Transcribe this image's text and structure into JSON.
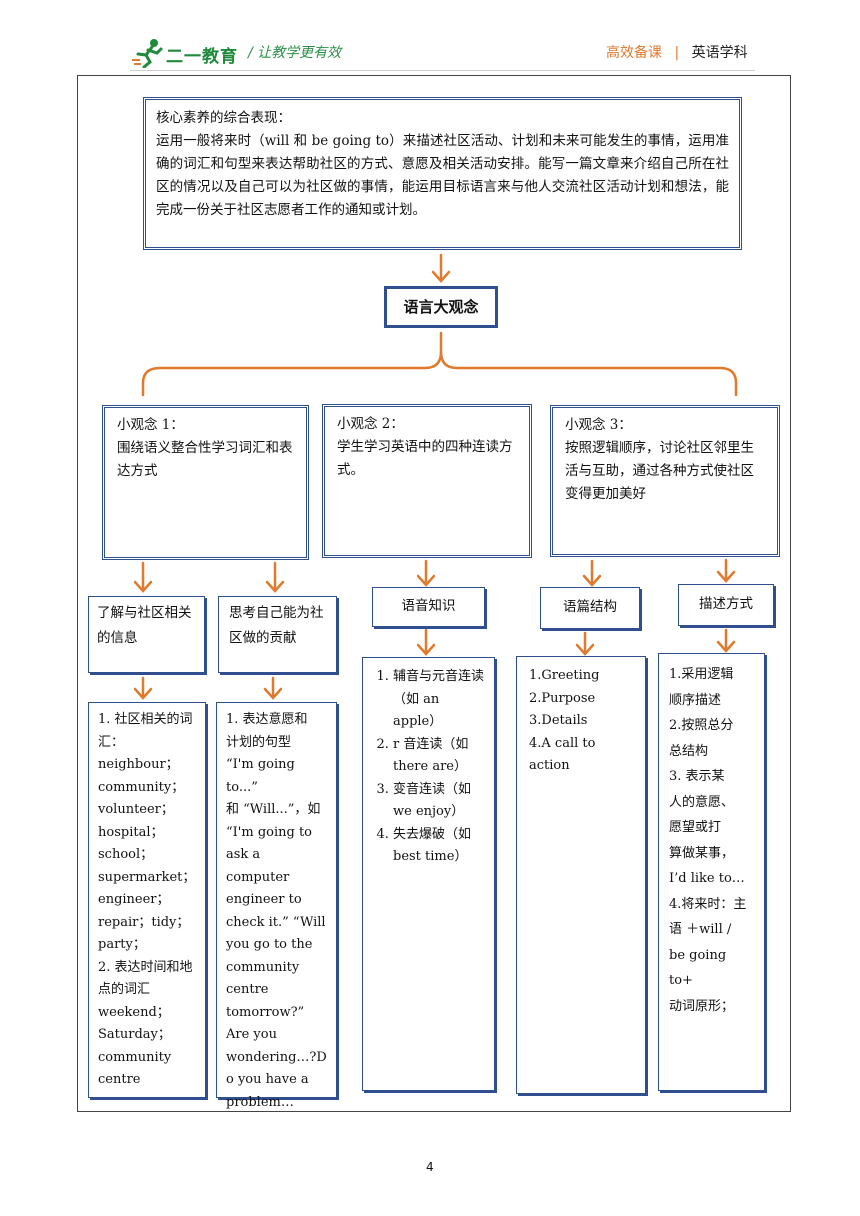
{
  "header": {
    "logo_text": "二一教育",
    "slogan": "/  让教学更有效",
    "right_primary": "高效备课",
    "right_divider": "|",
    "right_secondary": "英语学科",
    "colors": {
      "orange": "#e07a2e",
      "green": "#1f8a3b"
    }
  },
  "core": {
    "title": "核心素养的综合表现：",
    "body": "运用一般将来时（will  和  be going to）来描述社区活动、计划和未来可能发生的事情，运用准确的词汇和句型来表达帮助社区的方式、意愿及相关活动安排。能写一篇文章来介绍自己所在社区的情况以及自己可以为社区做的事情，能运用目标语言来与他人交流社区活动计划和想法，能完成一份关于社区志愿者工作的通知或计划。"
  },
  "big_idea": "语言大观念",
  "small_ideas": [
    {
      "title": "小观念 1：",
      "body": "围绕语义整合性学习词汇和表达方式"
    },
    {
      "title": "小观念 2：",
      "body": "学生学习英语中的四种连读方式。"
    },
    {
      "title": "小观念 3：",
      "body": "按照逻辑顺序，讨论社区邻里生活与互助，通过各种方式使社区变得更加美好"
    }
  ],
  "level3": [
    {
      "label": "了解与社区相关的信息"
    },
    {
      "label": "思考自己能为社区做的贡献"
    },
    {
      "label": "语音知识"
    },
    {
      "label": "语篇结构"
    },
    {
      "label": "描述方式"
    }
  ],
  "details": {
    "col1": [
      "1. 社区相关的词汇：",
      "neighbour；",
      "community；",
      "volunteer；",
      "hospital；",
      "school；",
      "supermarket；",
      "engineer；",
      "repair；tidy；",
      "party；",
      "2. 表达时间和地点的词汇",
      "weekend；",
      "Saturday；",
      "community",
      "centre"
    ],
    "col2": [
      "1. 表达意愿和",
      "计划的句型",
      "“I'm going to...”",
      "和 “Will...”，如",
      "“I'm going to",
      "ask a computer",
      "engineer to",
      "check it.” “Will",
      "you go to the",
      "community",
      "centre",
      "tomorrow?”",
      "Are you",
      "wondering…?D",
      "o you have a",
      "problem…"
    ],
    "col3": [
      "辅音与元音连读（如 an apple）",
      "r 音连读（如 there are）",
      "变音连读（如 we enjoy）",
      "失去爆破（如 best time）"
    ],
    "col4": [
      "1.Greeting",
      "2.Purpose",
      "3.Details",
      "4.A call to action"
    ],
    "col5": [
      "1.采用逻辑",
      "顺序描述",
      "2.按照总分",
      "总结构",
      "3. 表示某",
      "人的意愿、",
      "愿望或打",
      "算做某事，",
      "I’d like to…",
      "4.将来时：主",
      "语 ＋will /",
      "be going to+",
      "动词原形；"
    ]
  },
  "page_number": "4"
}
